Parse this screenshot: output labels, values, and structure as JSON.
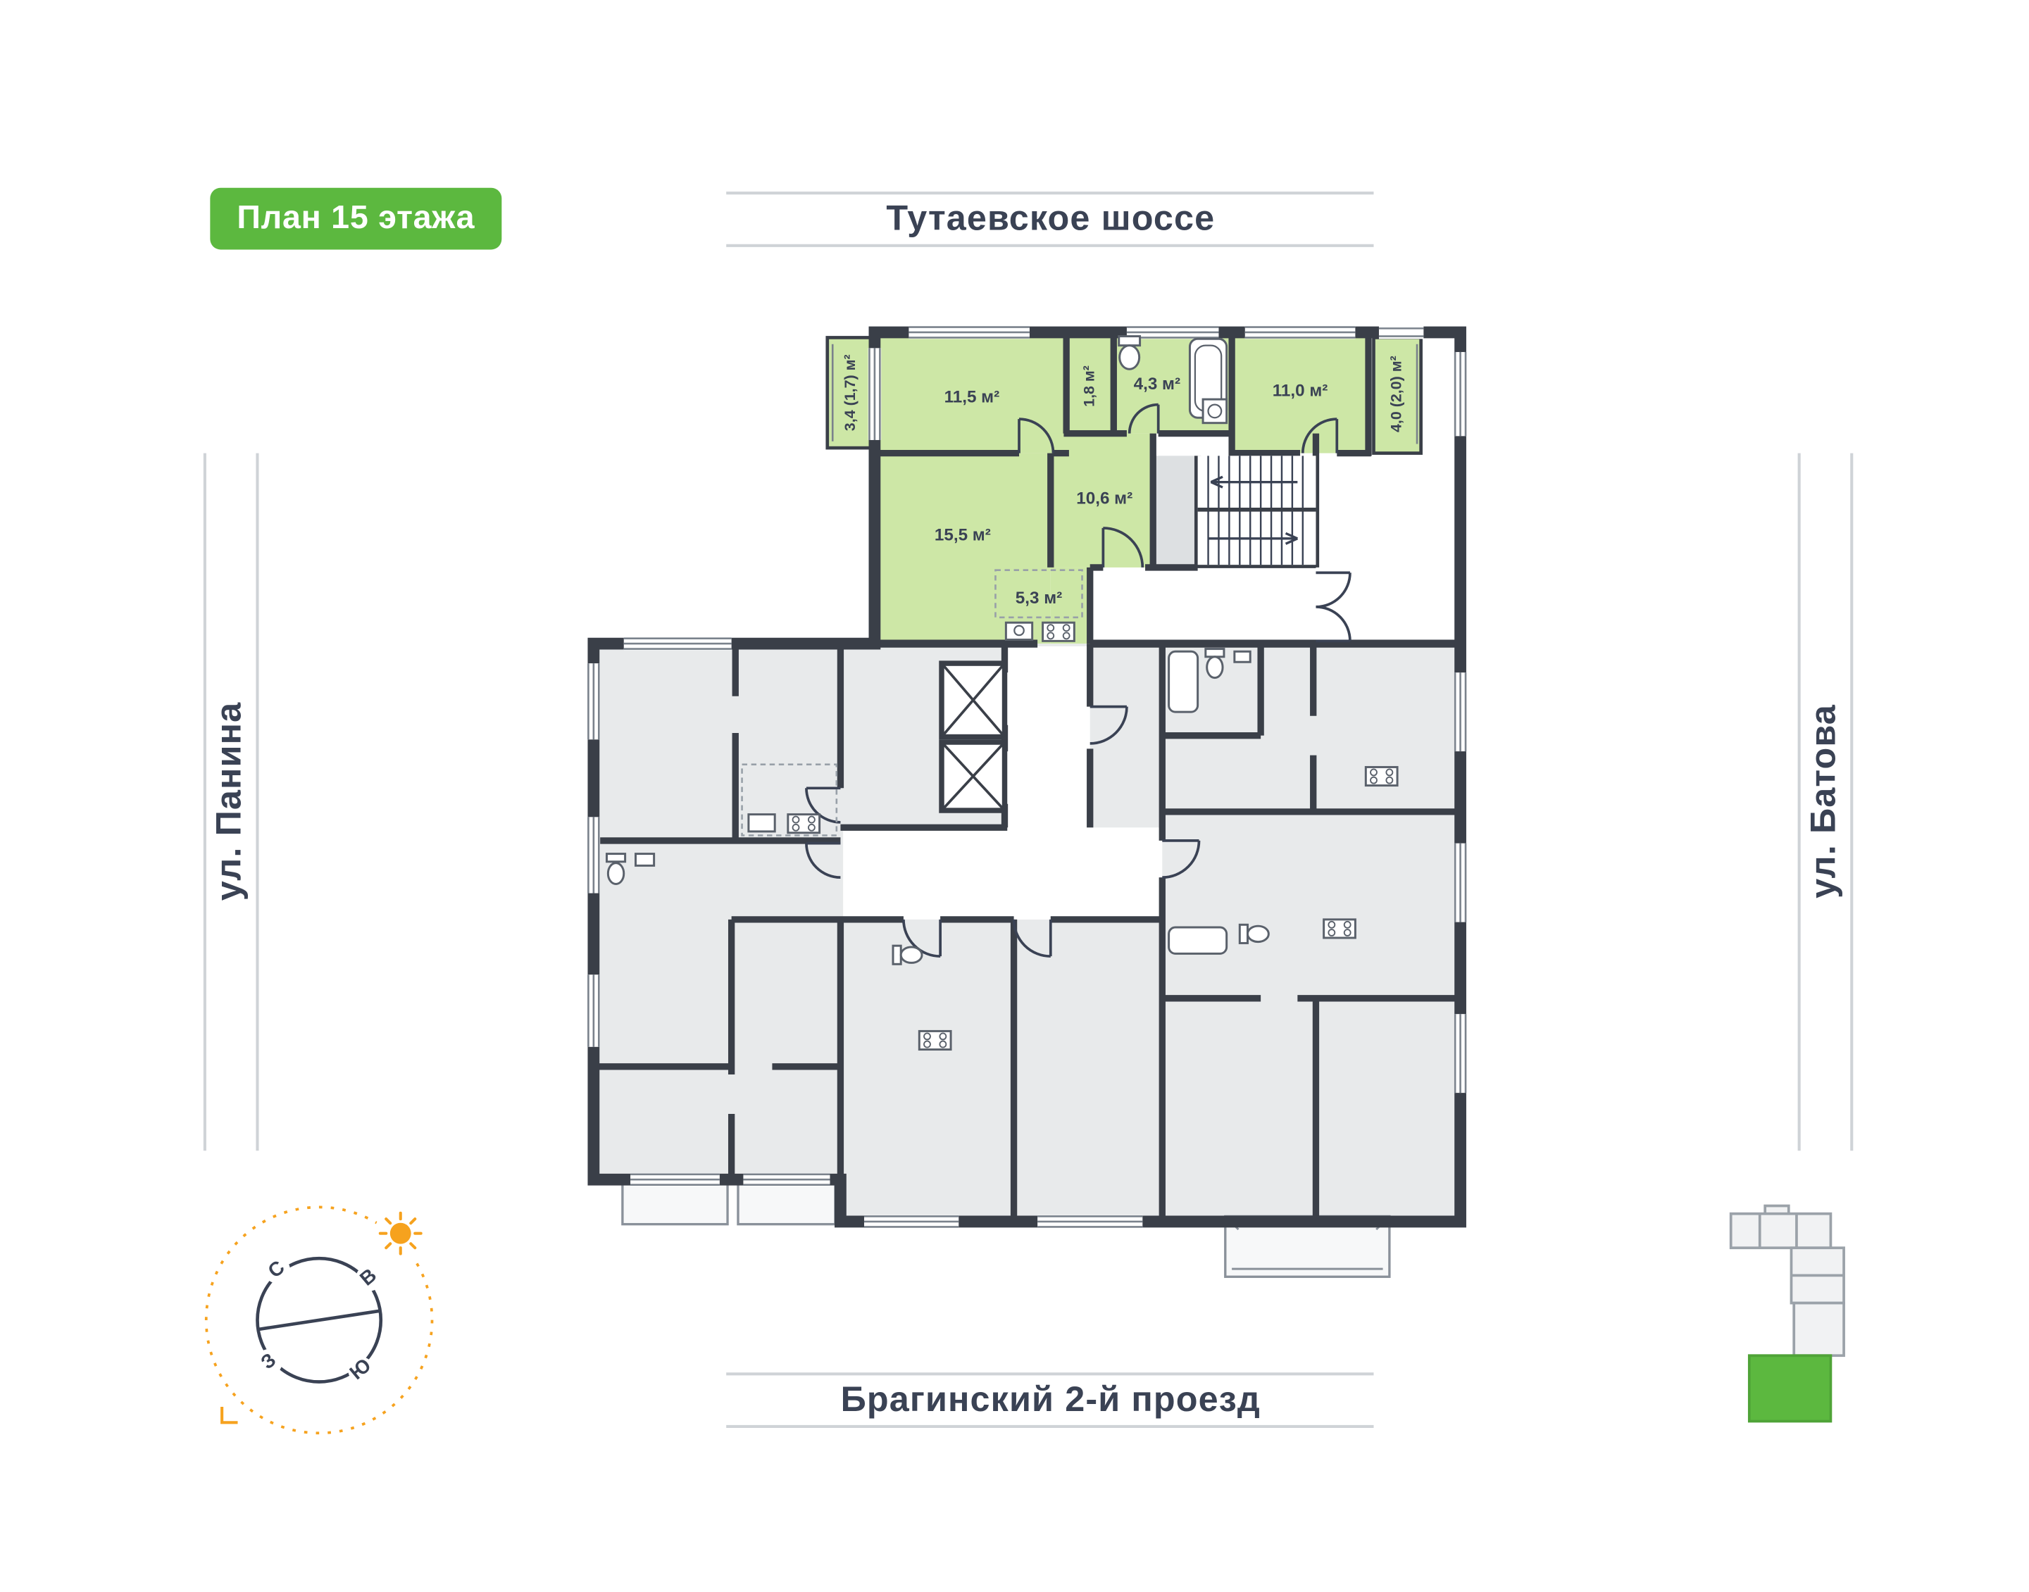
{
  "badge": {
    "label": "План 15 этажа"
  },
  "streets": {
    "top": "Тутаевское шоссе",
    "bottom": "Брагинский 2-й проезд",
    "left": "ул. Панина",
    "right": "ул. Батова"
  },
  "floor_plan": {
    "selected_apartment": {
      "rooms": [
        {
          "name": "balcony-left",
          "area": "3,4 (1,7) м²"
        },
        {
          "name": "bedroom",
          "area": "11,5 м²"
        },
        {
          "name": "wardrobe",
          "area": "1,8 м²"
        },
        {
          "name": "bathroom",
          "area": "4,3 м²"
        },
        {
          "name": "bedroom-2",
          "area": "11,0 м²"
        },
        {
          "name": "balcony-right",
          "area": "4,0 (2,0) м²"
        },
        {
          "name": "hallway",
          "area": "10,6 м²"
        },
        {
          "name": "living-room",
          "area": "15,5 м²"
        },
        {
          "name": "kitchen",
          "area": "5,3 м²"
        }
      ]
    }
  },
  "compass": {
    "north": "С",
    "east": "В",
    "south": "Ю",
    "west": "З"
  },
  "colors": {
    "accent_green": "#5CB83F",
    "selected_room_fill": "#CDE7A6",
    "wall": "#3A3F48",
    "room_gray": "#E8EAEB",
    "compass_orange": "#F6A21E",
    "street_text": "#3A4254"
  }
}
